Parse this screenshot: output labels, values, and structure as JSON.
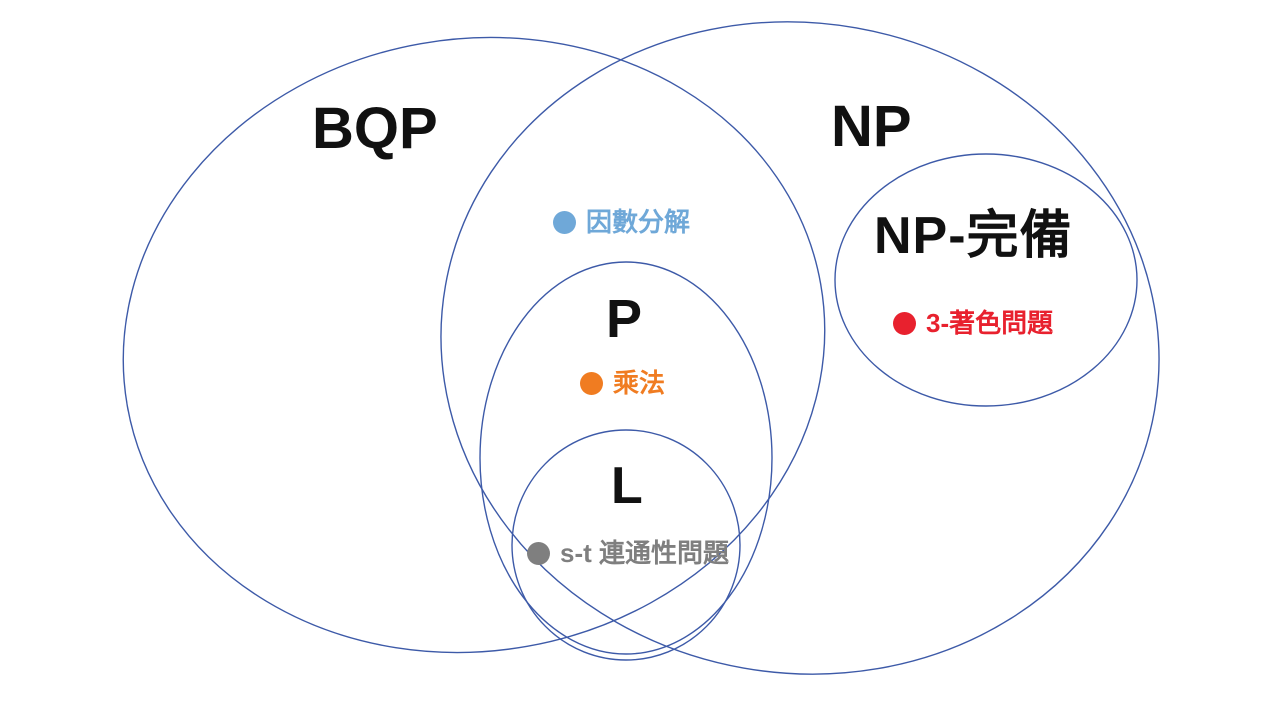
{
  "diagram": {
    "title": "complexity-classes-euler-diagram",
    "outline_color": "#3d5aa8",
    "background": "#ffffff",
    "sets": {
      "bqp": {
        "label": "BQP"
      },
      "np": {
        "label": "NP"
      },
      "np_complete": {
        "label": "NP-完備"
      },
      "p": {
        "label": "P"
      },
      "l": {
        "label": "L"
      }
    },
    "problems": {
      "factoring": {
        "label": "因數分解",
        "color": "#6fa8d8"
      },
      "multiplication": {
        "label": "乘法",
        "color": "#f07c21"
      },
      "st_connectivity": {
        "label": "s-t 連通性問題",
        "color": "#7f7f7f"
      },
      "three_coloring": {
        "label": "3-著色問題",
        "color": "#e8212e"
      }
    }
  }
}
